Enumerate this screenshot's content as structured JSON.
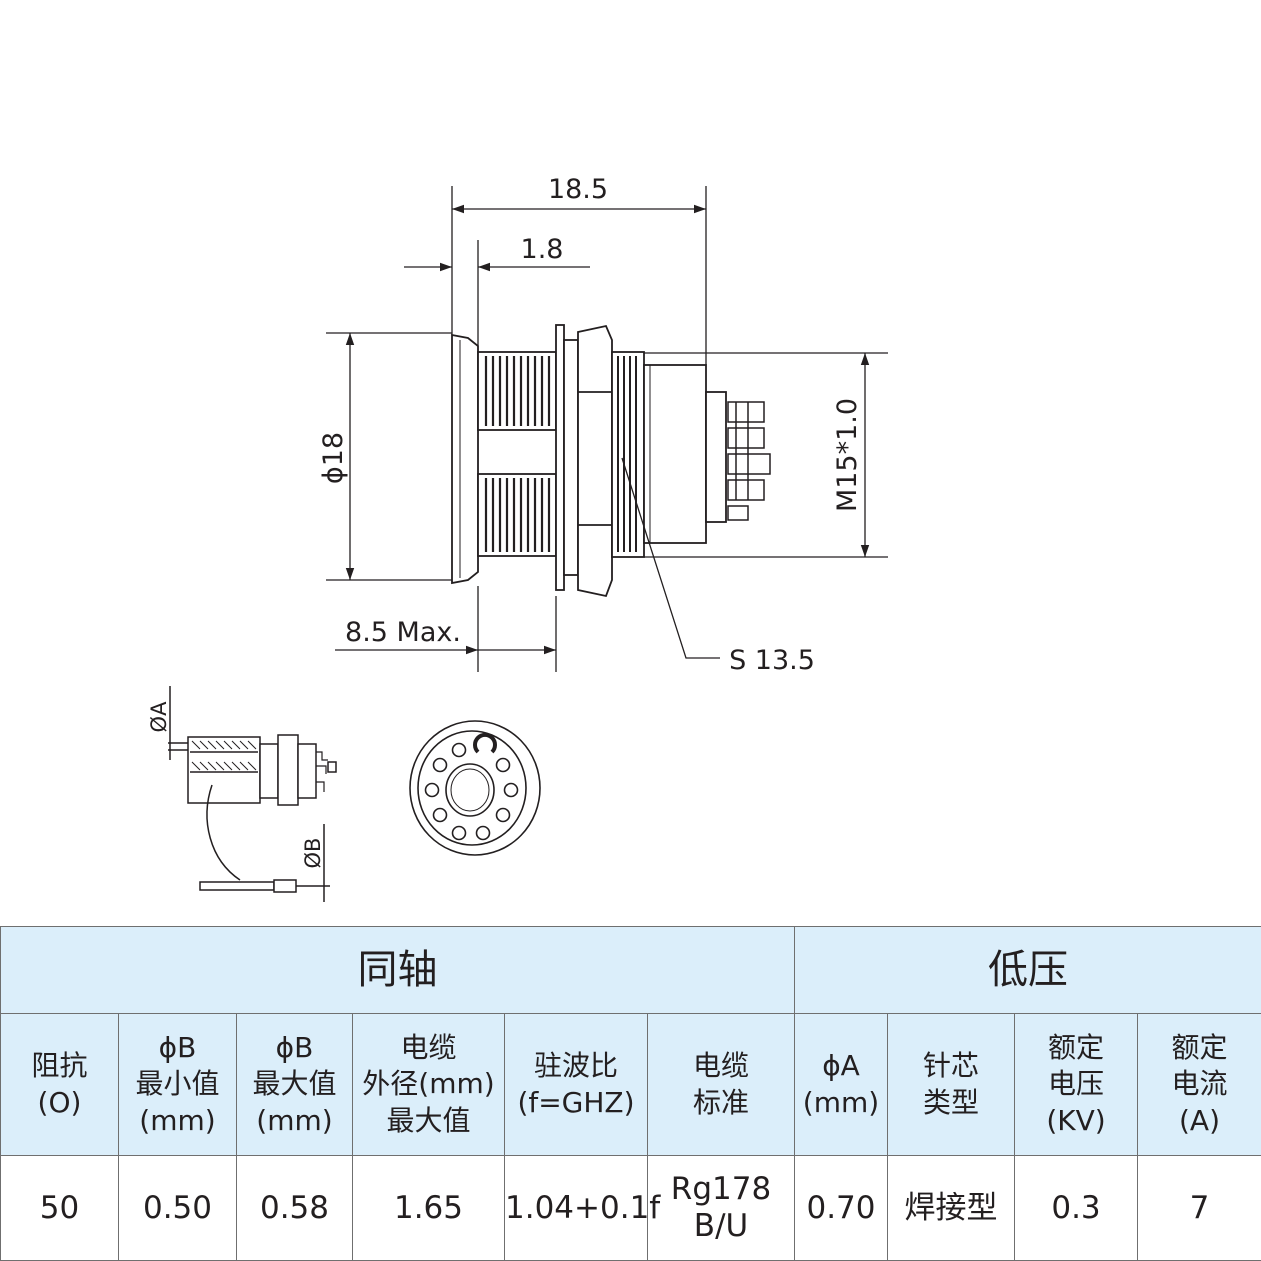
{
  "drawing": {
    "dimensions": {
      "overall_length": "18.5",
      "flange_thickness": "1.8",
      "flange_diameter": "ϕ18",
      "thread": "M15*1.0",
      "panel_thickness": "8.5 Max.",
      "nut_size": "S 13.5",
      "dia_a": "ØA",
      "dia_b": "ØB"
    }
  },
  "table": {
    "groups": [
      {
        "label": "同轴"
      },
      {
        "label": "低压"
      }
    ],
    "columns": [
      {
        "label": [
          "阻抗",
          "(O)"
        ]
      },
      {
        "label": [
          "ϕB",
          "最小值",
          "(mm)"
        ]
      },
      {
        "label": [
          "ϕB",
          "最大值",
          "(mm)"
        ]
      },
      {
        "label": [
          "电缆",
          "外径(mm)",
          "最大值"
        ]
      },
      {
        "label": [
          "驻波比",
          "(f=GHZ)"
        ]
      },
      {
        "label": [
          "电缆",
          "标准"
        ]
      },
      {
        "label": [
          "ϕA",
          "(mm)"
        ]
      },
      {
        "label": [
          "针芯",
          "类型"
        ]
      },
      {
        "label": [
          "额定",
          "电压",
          "(KV)"
        ]
      },
      {
        "label": [
          "额定",
          "电流",
          "(A)"
        ]
      }
    ],
    "values": [
      "50",
      "0.50",
      "0.58",
      "1.65",
      "1.04+0.1f",
      "Rg178 B/U",
      "0.70",
      "焊接型",
      "0.3",
      "7"
    ]
  }
}
